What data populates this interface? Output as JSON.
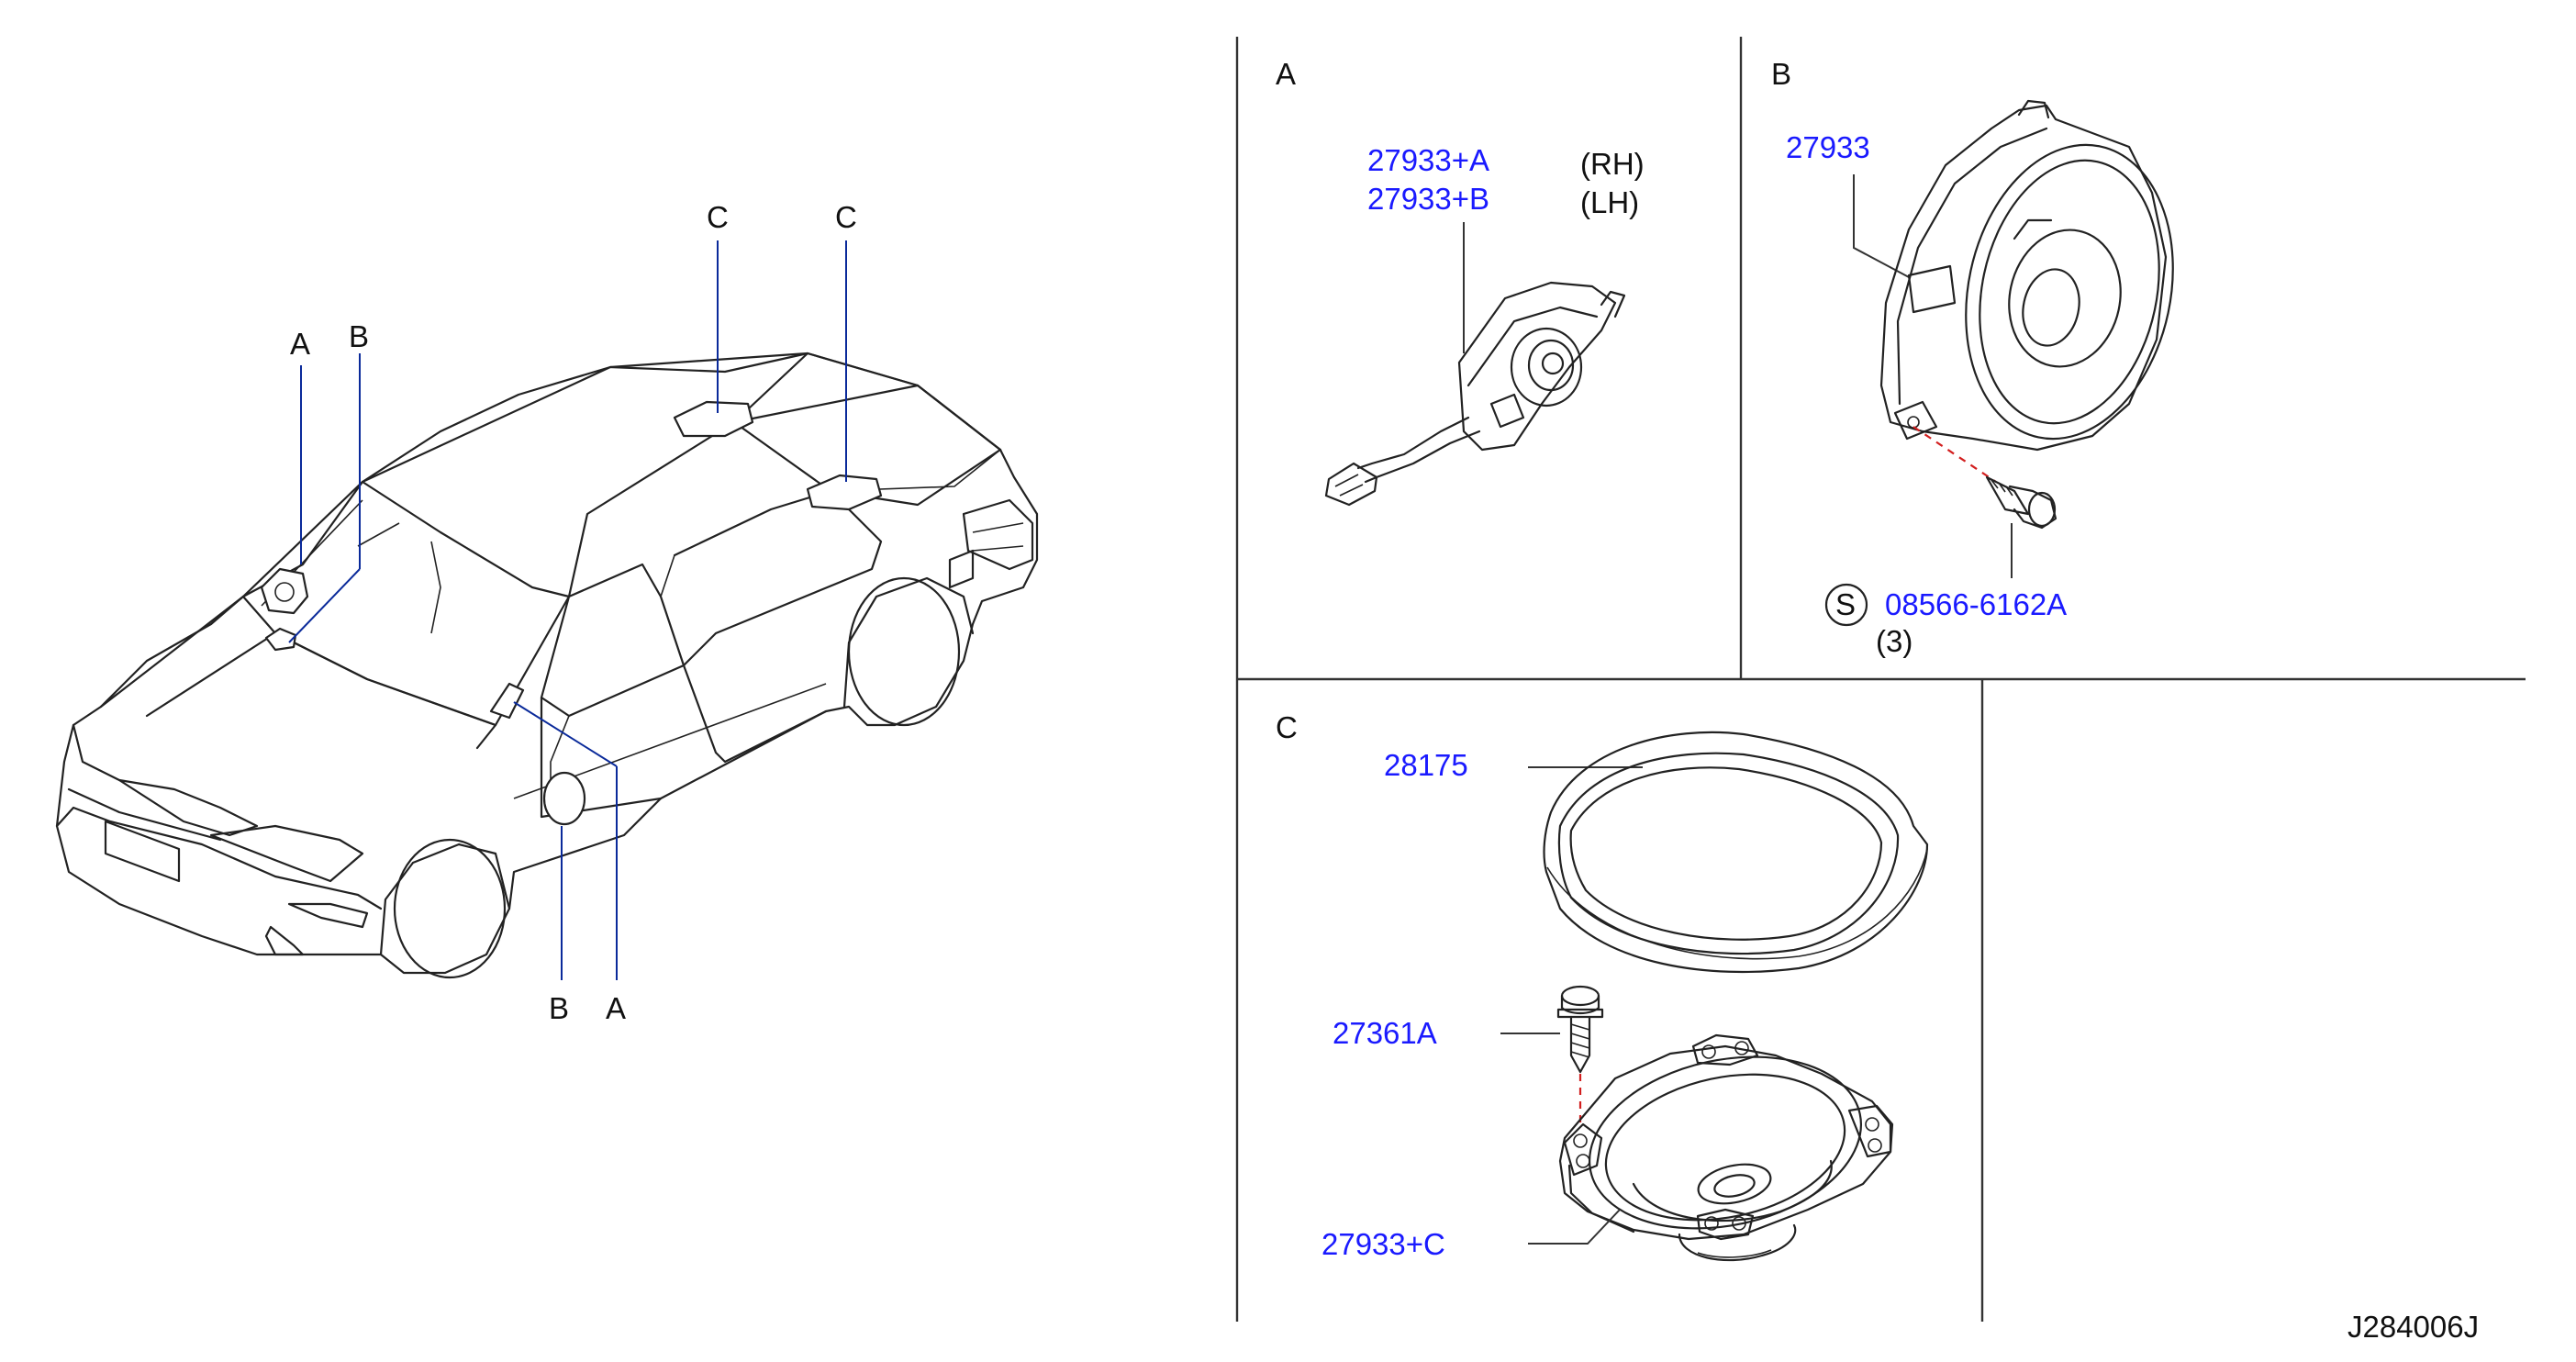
{
  "diagram": {
    "drawing_number": "J284006J",
    "vehicle_callouts": {
      "front_top_a": "A",
      "front_top_b": "B",
      "roof_c_left": "C",
      "roof_c_right": "C",
      "bottom_b": "B",
      "bottom_a": "A"
    },
    "panel_a": {
      "label": "A",
      "part_1": "27933+A",
      "part_1_side": "(RH)",
      "part_2": "27933+B",
      "part_2_side": "(LH)"
    },
    "panel_b": {
      "label": "B",
      "part_speaker": "27933",
      "screw_symbol": "S",
      "part_screw": "08566-6162A",
      "screw_qty": "(3)"
    },
    "panel_c": {
      "label": "C",
      "part_cover": "28175",
      "part_screw": "27361A",
      "part_speaker": "27933+C"
    },
    "colors": {
      "part_number": "#1a1aff",
      "leader": "#0a2a9a",
      "screw_axis": "#d21f1f"
    }
  }
}
